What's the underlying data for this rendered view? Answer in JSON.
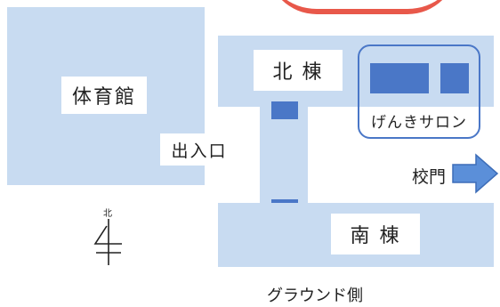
{
  "map": {
    "gym_label": "体育館",
    "entrance_label": "出入口",
    "north_building_label": "北 棟",
    "south_building_label": "南 棟",
    "salon_label": "げんきサロン",
    "gate_label": "校門",
    "ground_side_label": "グラウンド側",
    "compass_label": "北"
  },
  "colors": {
    "building": "#c8dbf1",
    "room": "#4a77c7",
    "salon_border": "#4a77c7",
    "top_arc": "#e8584a",
    "arrow": "#5b8fd9"
  }
}
